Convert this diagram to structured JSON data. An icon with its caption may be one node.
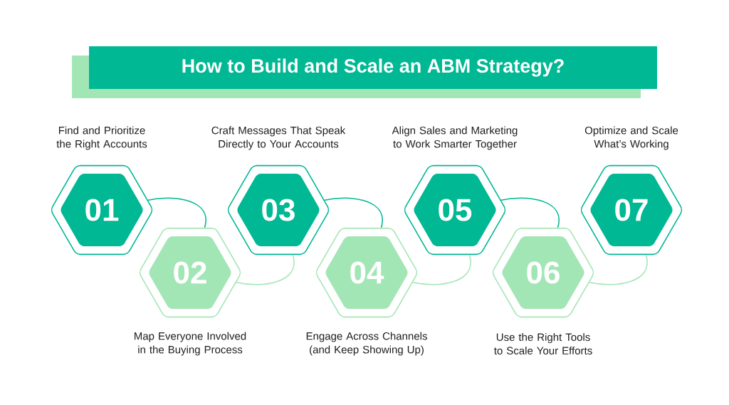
{
  "diagram": {
    "title": "How to Build and Scale an ABM Strategy?",
    "nodes": [
      {
        "text": [
          "01"
        ],
        "beside": [
          "Find and Prioritize the Right Accounts"
        ]
      },
      {
        "text": [
          "02"
        ],
        "beside": [
          "Map Everyone Involved in the Buying Process"
        ]
      },
      {
        "text": [
          "03"
        ],
        "beside": [
          "Craft Messages That Speak Directly to Your Accounts"
        ]
      },
      {
        "text": [
          "04"
        ],
        "beside": [
          "Engage Across Channels (and Keep Showing Up)"
        ]
      },
      {
        "text": [
          "05"
        ],
        "beside": [
          "Align Sales and Marketing to Work Smarter Together"
        ]
      },
      {
        "text": [
          "06"
        ],
        "beside": [
          "Use the Right Tools to Scale Your Efforts"
        ]
      },
      {
        "text": [
          "07"
        ],
        "beside": [
          "Optimize and Scale What’s Working"
        ]
      }
    ],
    "edges": [
      {
        "from": 0,
        "to": 1,
        "arrow": "none",
        "color": "#00b894"
      },
      {
        "from": 1,
        "to": 2,
        "arrow": "none",
        "color": "#a3e6b6"
      },
      {
        "from": 2,
        "to": 3,
        "arrow": "none",
        "color": "#00b894"
      },
      {
        "from": 3,
        "to": 4,
        "arrow": "none",
        "color": "#a3e6b6"
      },
      {
        "from": 4,
        "to": 5,
        "arrow": "none",
        "color": "#00b894"
      },
      {
        "from": 5,
        "to": 6,
        "arrow": "none",
        "color": "#a3e6b6"
      }
    ]
  }
}
